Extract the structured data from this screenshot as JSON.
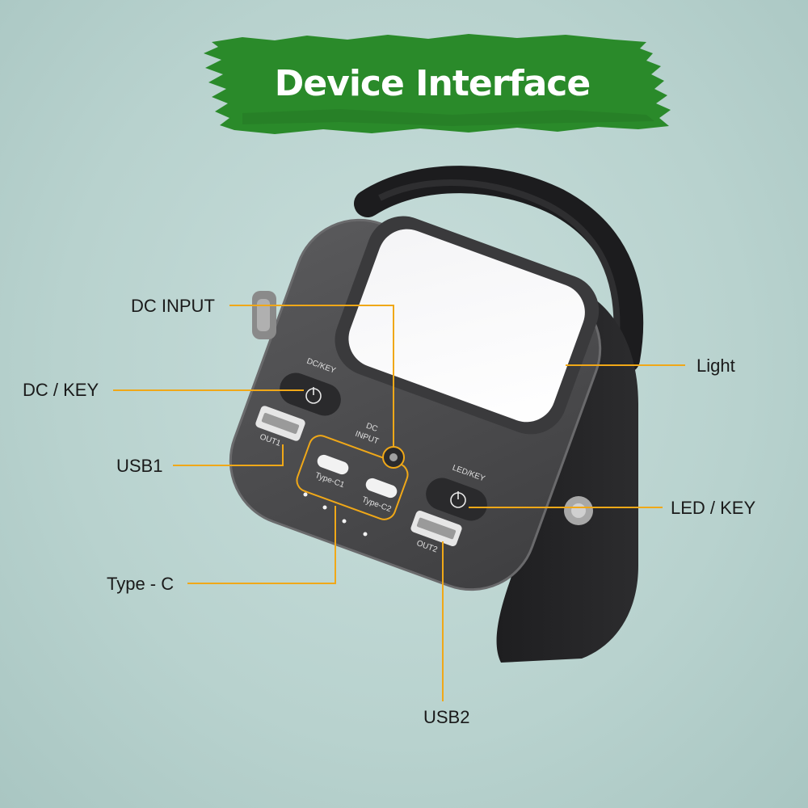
{
  "title": "Device Interface",
  "device": {
    "dc_key_button": "DC/KEY",
    "dc_input_port": "DC\nINPUT",
    "type_c1_port": "Type-C1",
    "type_c2_port": "Type-C2",
    "out1_port": "OUT1",
    "out2_port": "OUT2",
    "led_key_button": "LED/KEY"
  },
  "callouts": {
    "dc_input": "DC INPUT",
    "dc_key": "DC / KEY",
    "usb1": "USB1",
    "type_c": "Type - C",
    "light": "Light",
    "led_key": "LED / KEY",
    "usb2": "USB2"
  },
  "colors": {
    "banner_green": "#2a8a2a",
    "leader_line": "#f0a818",
    "device_body": "#4f4f51",
    "handle": "#1c1c1e"
  }
}
